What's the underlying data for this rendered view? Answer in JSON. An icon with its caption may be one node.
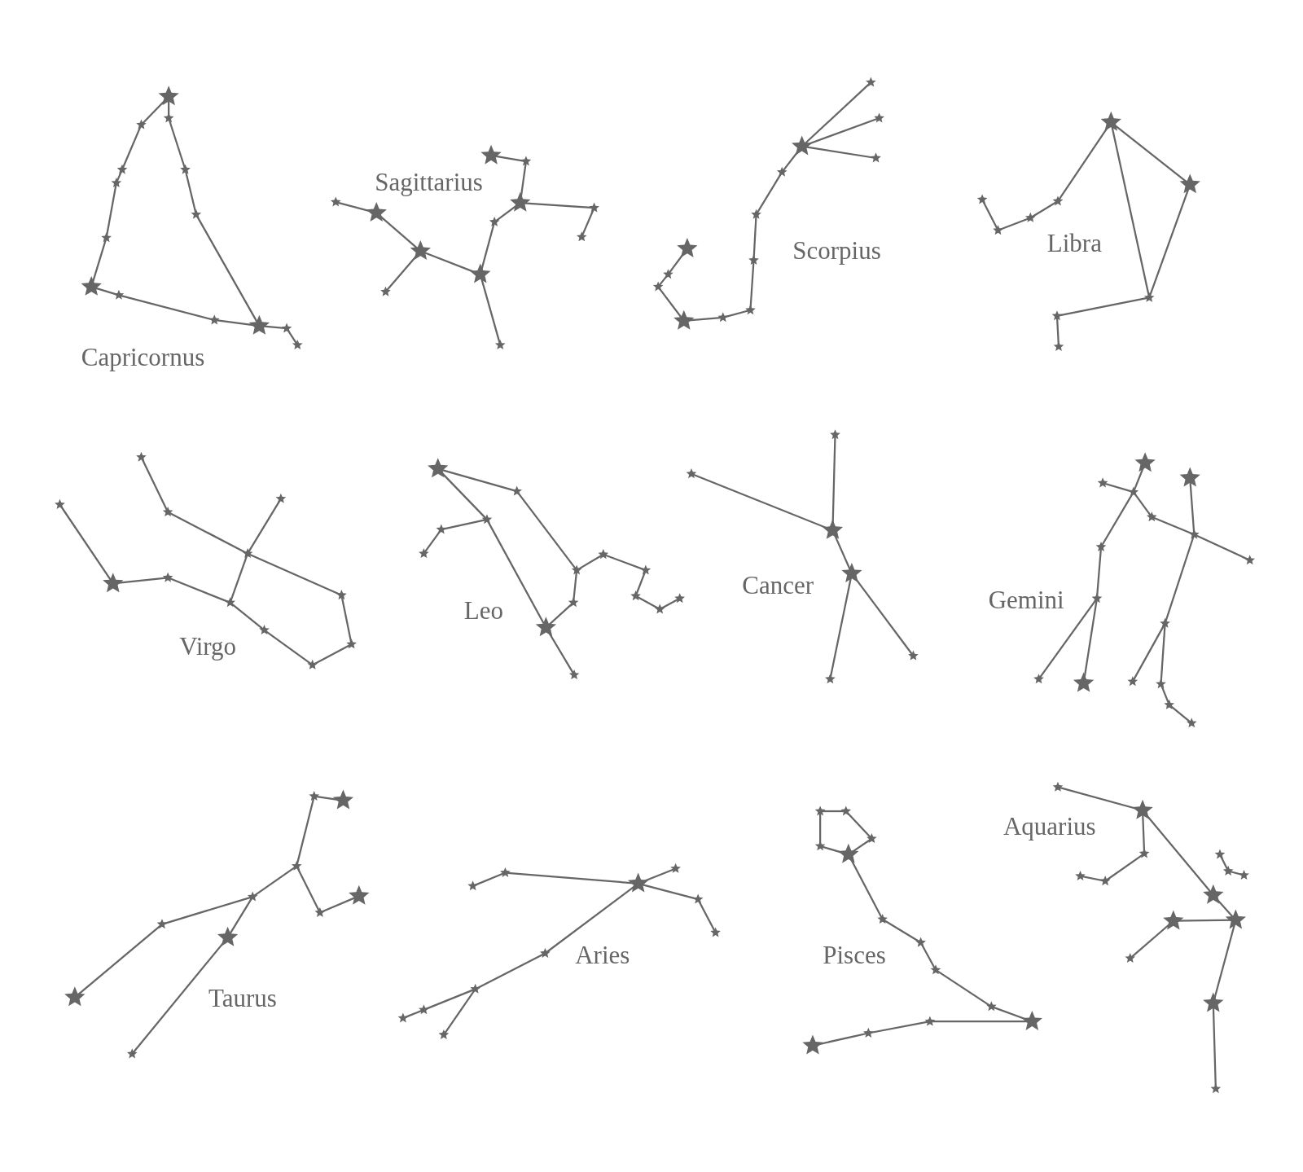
{
  "diagram": {
    "labels": [
      "Capricornus",
      "Sagittarius",
      "Scorpius",
      "Libra",
      "Virgo",
      "Leo",
      "Cancer",
      "Gemini",
      "Taurus",
      "Aries",
      "Pisces",
      "Aquarius"
    ]
  }
}
